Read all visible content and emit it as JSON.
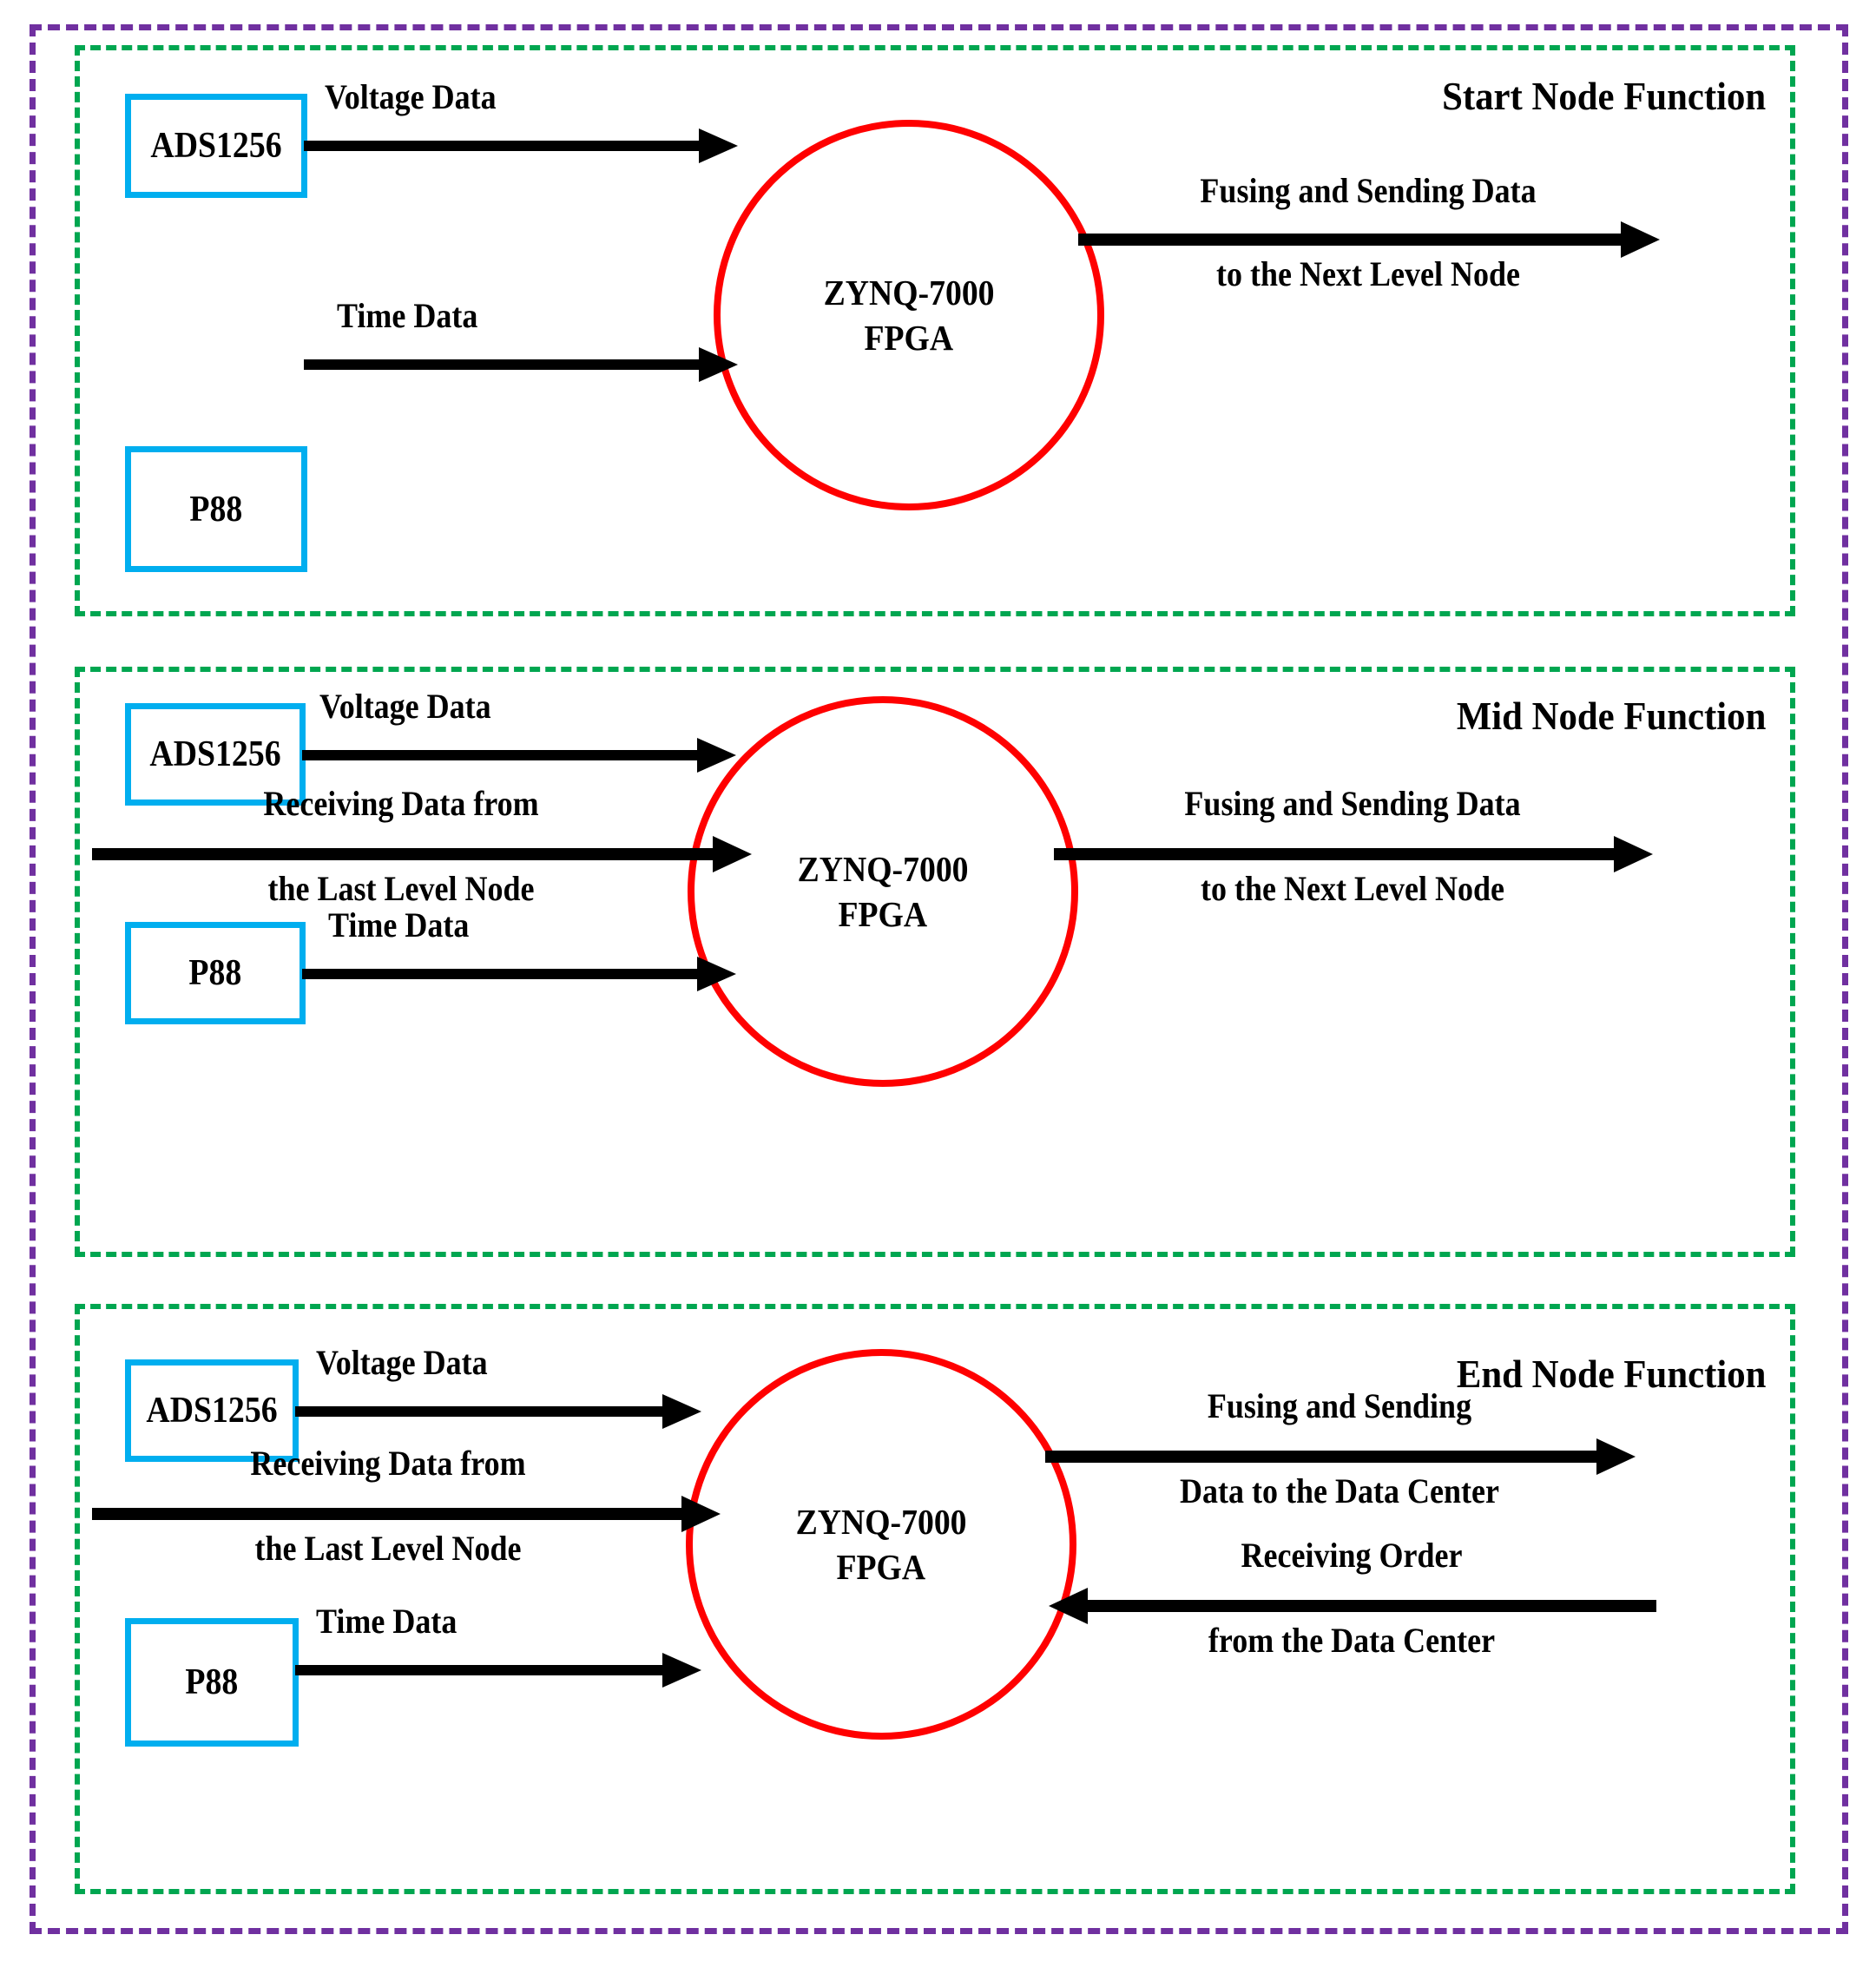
{
  "colors": {
    "outer_frame": "#7030A0",
    "panel_frame": "#00A650",
    "source_box": "#00AEEF",
    "node_circle": "#FF0000",
    "arrow": "#000000",
    "text": "#000000",
    "background": "#FFFFFF"
  },
  "panels": [
    {
      "id": "start",
      "title": "Start Node Function",
      "node": {
        "line1": "ZYNQ-7000",
        "line2": "FPGA"
      },
      "sources": [
        {
          "name": "ADS1256"
        },
        {
          "name": "P88"
        }
      ],
      "arrows": [
        {
          "name": "voltage-data",
          "direction": "right",
          "label_above": "Voltage Data",
          "label_below": ""
        },
        {
          "name": "time-data",
          "direction": "right",
          "label_above": "Time Data",
          "label_below": ""
        },
        {
          "name": "fusing-send-next",
          "direction": "right",
          "label_above": "Fusing and Sending Data",
          "label_below": "to the Next Level Node"
        }
      ]
    },
    {
      "id": "mid",
      "title": "Mid Node Function",
      "node": {
        "line1": "ZYNQ-7000",
        "line2": "FPGA"
      },
      "sources": [
        {
          "name": "ADS1256"
        },
        {
          "name": "P88"
        }
      ],
      "arrows": [
        {
          "name": "voltage-data",
          "direction": "right",
          "label_above": "Voltage Data",
          "label_below": ""
        },
        {
          "name": "receiving-last-level",
          "direction": "right",
          "label_above": "Receiving Data from",
          "label_below": "the Last Level Node"
        },
        {
          "name": "time-data",
          "direction": "right",
          "label_above": "Time Data",
          "label_below": ""
        },
        {
          "name": "fusing-send-next",
          "direction": "right",
          "label_above": "Fusing and Sending Data",
          "label_below": "to the Next Level Node"
        }
      ]
    },
    {
      "id": "end",
      "title": "End Node Function",
      "node": {
        "line1": "ZYNQ-7000",
        "line2": "FPGA"
      },
      "sources": [
        {
          "name": "ADS1256"
        },
        {
          "name": "P88"
        }
      ],
      "arrows": [
        {
          "name": "voltage-data",
          "direction": "right",
          "label_above": "Voltage Data",
          "label_below": ""
        },
        {
          "name": "receiving-last-level",
          "direction": "right",
          "label_above": "Receiving Data from",
          "label_below": "the Last Level Node"
        },
        {
          "name": "time-data",
          "direction": "right",
          "label_above": "Time Data",
          "label_below": ""
        },
        {
          "name": "fusing-send-datacenter",
          "direction": "right",
          "label_above": "Fusing and Sending",
          "label_below": "Data to the Data Center"
        },
        {
          "name": "receiving-order-datacenter",
          "direction": "left",
          "label_above": "Receiving Order",
          "label_below": "from the Data Center"
        }
      ]
    }
  ]
}
